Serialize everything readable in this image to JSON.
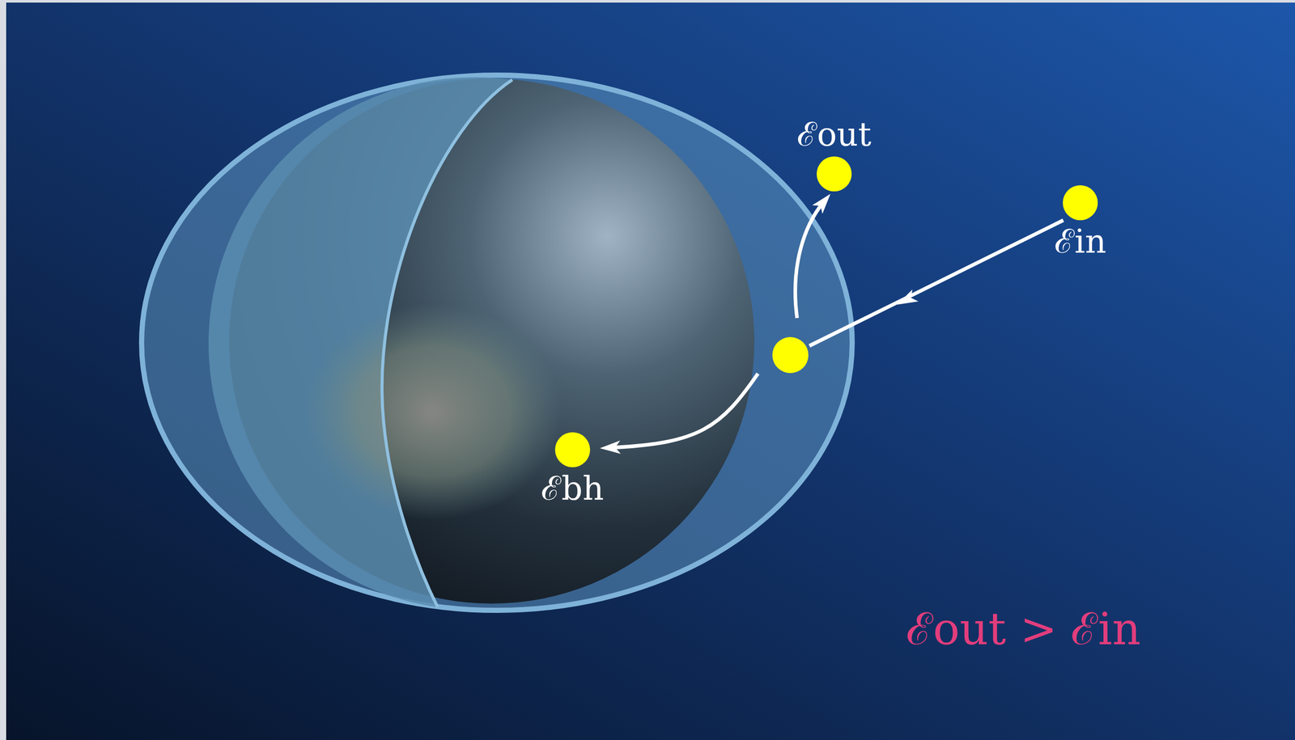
{
  "diagram": {
    "nodes": [
      {
        "text": [
          "ℰout"
        ]
      },
      {
        "text": [
          "ℰin"
        ]
      },
      {
        "text": [
          "ℰbh"
        ]
      }
    ],
    "labels": [
      "ℰout > ℰin"
    ]
  }
}
